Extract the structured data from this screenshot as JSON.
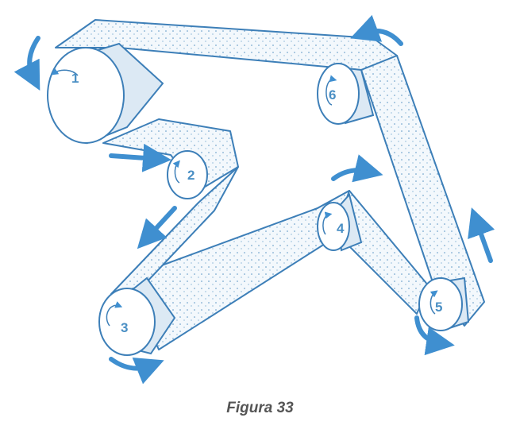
{
  "caption": "Figura 33",
  "pulleys": [
    {
      "label": "1",
      "direction": "counterclockwise"
    },
    {
      "label": "2",
      "direction": "counterclockwise"
    },
    {
      "label": "3",
      "direction": "clockwise"
    },
    {
      "label": "4",
      "direction": "counterclockwise"
    },
    {
      "label": "5",
      "direction": "counterclockwise"
    },
    {
      "label": "6",
      "direction": "counterclockwise"
    }
  ],
  "colors": {
    "line": "#3d7fb8",
    "arrow": "#3f8fd0",
    "belt": "#eef5fb"
  }
}
